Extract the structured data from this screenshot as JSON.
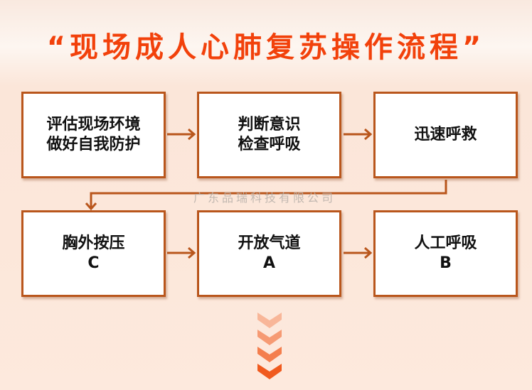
{
  "title": "“现场成人心肺复苏操作流程”",
  "watermark": "广东品瑞科技有限公司",
  "steps": [
    {
      "line1": "评估现场环境",
      "line2": "做好自我防护"
    },
    {
      "line1": "判断意识",
      "line2": "检查呼吸"
    },
    {
      "line1": "迅速呼救",
      "line2": ""
    },
    {
      "line1": "胸外按压",
      "line2": "C"
    },
    {
      "line1": "开放气道",
      "line2": "A"
    },
    {
      "line1": "人工呼吸",
      "line2": "B"
    }
  ],
  "colors": {
    "title": "#f2410b",
    "border": "#b9561c",
    "chevron": "#f05a1e"
  }
}
